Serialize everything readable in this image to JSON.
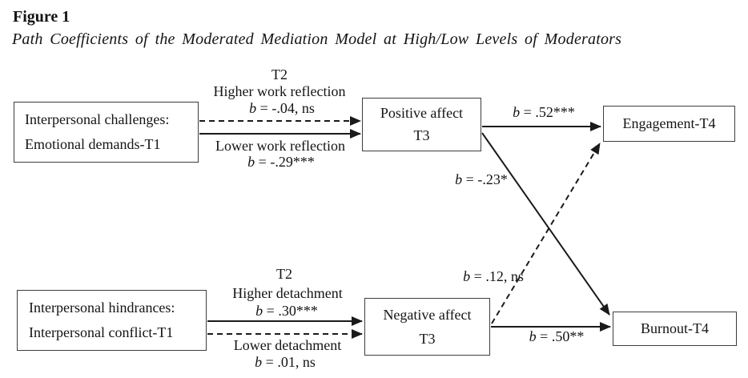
{
  "header": {
    "label": "Figure 1",
    "caption": "Path Coefficients of the Moderated Mediation Model at High/Low Levels of Moderators"
  },
  "boxes": {
    "challenges": {
      "line1": "Interpersonal challenges:",
      "line2": "Emotional demands-T1"
    },
    "positive_affect": {
      "line1": "Positive affect",
      "line2": "T3"
    },
    "engagement": {
      "label": "Engagement-T4"
    },
    "hindrances": {
      "line1": "Interpersonal hindrances:",
      "line2": "Interpersonal conflict-T1"
    },
    "negative_affect": {
      "line1": "Negative affect",
      "line2": "T3"
    },
    "burnout": {
      "label": "Burnout-T4"
    }
  },
  "moderators": {
    "work_reflection": {
      "time": "T2",
      "high_label": "Higher work reflection",
      "high_coef": "b = -.04, ns",
      "high_line_style": "dashed",
      "low_label": "Lower work reflection",
      "low_coef": "b = -.29***",
      "low_line_style": "solid"
    },
    "detachment": {
      "time": "T2",
      "high_label": "Higher detachment",
      "high_coef": "b = .30***",
      "high_line_style": "solid",
      "low_label": "Lower detachment",
      "low_coef": "b = .01, ns",
      "low_line_style": "dashed"
    }
  },
  "paths": {
    "positive_to_engagement": {
      "coef": "b = .52***",
      "line_style": "solid"
    },
    "positive_to_burnout": {
      "coef": "b = -.23*",
      "line_style": "solid"
    },
    "negative_to_engagement": {
      "coef": "b = .12, ns",
      "line_style": "dashed"
    },
    "negative_to_burnout": {
      "coef": "b = .50**",
      "line_style": "solid"
    }
  },
  "colors": {
    "line": "#1a1a1a",
    "box_border": "#3d3d3d",
    "text": "#141414",
    "background": "#ffffff"
  }
}
